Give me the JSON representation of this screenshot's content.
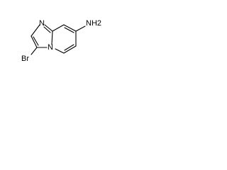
{
  "molecule": {
    "atoms": {
      "n_bridge_top": "N",
      "n_fused": "N",
      "amine": "NH2",
      "bromine": "Br"
    }
  }
}
